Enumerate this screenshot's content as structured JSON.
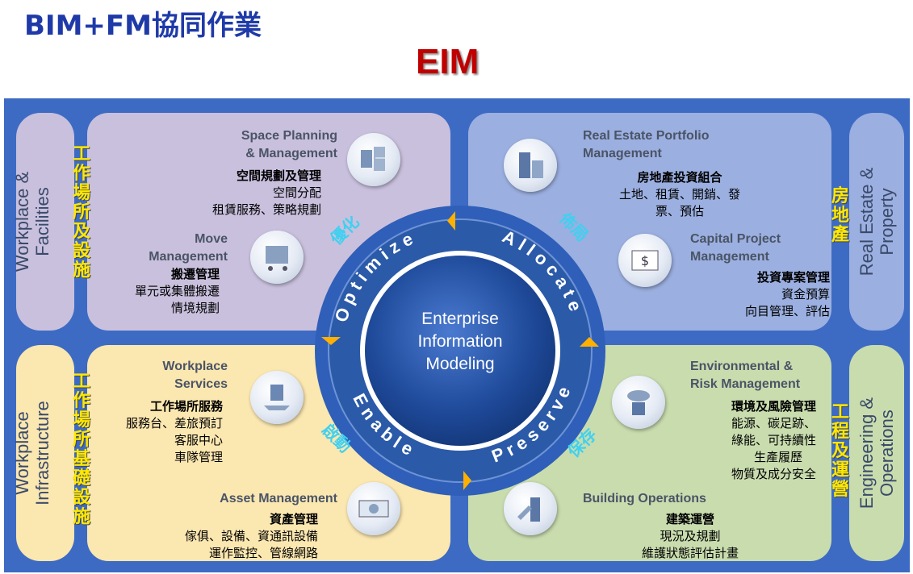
{
  "title": "BIM+FM協同作業",
  "subtitle": "EIM",
  "center": {
    "line1": "Enterprise",
    "line2": "Information",
    "line3": "Modeling"
  },
  "ring": {
    "optimize": "Optimize",
    "allocate": "Allocate",
    "enable": "Enable",
    "preserve": "Preserve",
    "optimize_zh": "優化",
    "allocate_zh": "佈局",
    "enable_zh": "啟動",
    "preserve_zh": "保存"
  },
  "left_top": {
    "en_line1": "Workplace &",
    "en_line2": "Facilities",
    "zh": "工作場所及設施"
  },
  "left_bottom": {
    "en_line1": "Workplace",
    "en_line2": "Infrastructure",
    "zh": "工作場所基礎設施"
  },
  "right_top": {
    "en_line1": "Real Estate &",
    "en_line2": "Property",
    "zh": "房地產"
  },
  "right_bottom": {
    "en_line1": "Engineering &",
    "en_line2": "Operations",
    "zh": "工程及運營"
  },
  "spm": {
    "en1": "Space Planning",
    "en2": "& Management",
    "zh_title": "空間規劃及管理",
    "zh1": "空間分配",
    "zh2": "租賃服務、策略規劃",
    "icon": "floorplan-icon"
  },
  "move": {
    "en1": "Move",
    "en2": "Management",
    "zh_title": "搬遷管理",
    "zh1": "單元或集體搬遷",
    "zh2": "情境規劃",
    "icon": "cart-icon"
  },
  "rep": {
    "en1": "Real Estate Portfolio",
    "en2": "Management",
    "zh_title": "房地產投資組合",
    "zh1": "土地、租賃、開銷、發",
    "zh2": "票、預估",
    "icon": "building-icon"
  },
  "cpm": {
    "en1": "Capital Project",
    "en2": "Management",
    "zh_title": "投資專案管理",
    "zh1": "資金預算",
    "zh2": "向目管理、評估",
    "icon": "currency-icon"
  },
  "ws": {
    "en1": "Workplace",
    "en2": "Services",
    "zh_title": "工作場所服務",
    "zh1": "服務台、差旅預訂",
    "zh2": "客服中心",
    "zh3": "車隊管理",
    "icon": "service-icon"
  },
  "am": {
    "en1": "Asset Management",
    "zh_title": "資產管理",
    "zh1": "傢俱、設備、資通訊設備",
    "zh2": "運作監控、管線網路",
    "icon": "money-icon"
  },
  "erm": {
    "en1": "Environmental &",
    "en2": "Risk Management",
    "zh_title": "環境及風險管理",
    "zh1": "能源、碳足跡、",
    "zh2": "綠能、可持續性",
    "zh3": "生產履歷",
    "zh4": "物質及成分安全",
    "icon": "weather-icon"
  },
  "bo": {
    "en1": "Building Operations",
    "zh_title": "建築運營",
    "zh1": "現況及規劃",
    "zh2": "維護狀態評估計畫",
    "icon": "wrench-icon"
  }
}
